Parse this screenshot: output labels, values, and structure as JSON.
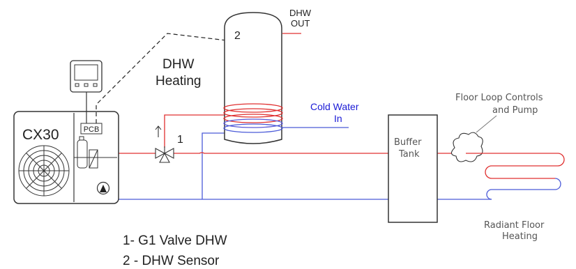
{
  "labels": {
    "unit": "CX30",
    "pcb": "PCB",
    "valve_number": "1",
    "sensor_number": "2",
    "dhw_heating_line1": "DHW",
    "dhw_heating_line2": "Heating",
    "dhw_out_line1": "DHW",
    "dhw_out_line2": "OUT",
    "cold_water_line1": "Cold Water",
    "cold_water_line2": "In",
    "buffer_line1": "Buffer",
    "buffer_line2": "Tank",
    "floor_controls_line1": "Floor Loop Controls",
    "floor_controls_line2": "and Pump",
    "radiant_line1": "Radiant Floor",
    "radiant_line2": "Heating"
  },
  "legend": {
    "item1": "1- G1 Valve DHW",
    "item2": "2 - DHW Sensor"
  },
  "colors": {
    "hot": "#e03030",
    "cold": "#4a5ad8",
    "outline": "#333333",
    "cold_text": "#1a1ad6"
  }
}
